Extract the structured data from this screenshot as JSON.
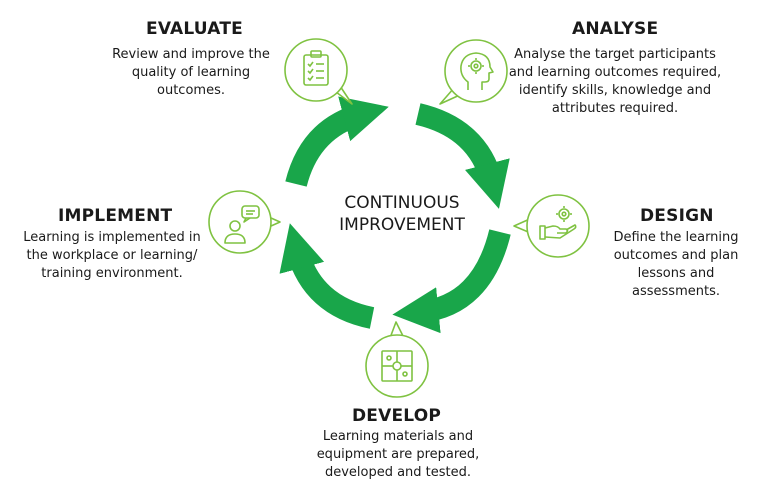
{
  "center": {
    "line1": "CONTINUOUS",
    "line2": "IMPROVEMENT"
  },
  "stages": {
    "evaluate": {
      "title": "EVALUATE",
      "description": "Review and improve the quality of learning outcomes.",
      "icon": "checklist-icon"
    },
    "analyse": {
      "title": "ANALYSE",
      "description": "Analyse the target participants and learning outcomes required, identify skills, knowledge and attributes required.",
      "icon": "head-gear-icon"
    },
    "design": {
      "title": "DESIGN",
      "description": "Define the learning outcomes and plan lessons and assessments.",
      "icon": "hand-gear-icon"
    },
    "develop": {
      "title": "DEVELOP",
      "description": "Learning materials and equipment are prepared, developed and tested.",
      "icon": "puzzle-icon"
    },
    "implement": {
      "title": "IMPLEMENT",
      "description": "Learning is implemented in the workplace or learning/ training environment.",
      "icon": "person-chat-icon"
    }
  },
  "colors": {
    "arrow": "#19a64a",
    "icon": "#7fc241",
    "text": "#1a1a1a"
  }
}
